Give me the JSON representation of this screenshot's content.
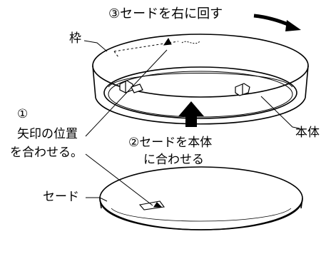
{
  "labels": {
    "step3": "③セードを右に回す",
    "frame": "枠",
    "step1_num": "①",
    "step1_line1": "矢印の位置",
    "step1_line2": "を合わせる。",
    "step2_line1": "②セードを本体",
    "step2_line2": "に合わせる",
    "body": "本体",
    "shade": "セード"
  },
  "colors": {
    "line": "#000000",
    "background": "#ffffff"
  }
}
